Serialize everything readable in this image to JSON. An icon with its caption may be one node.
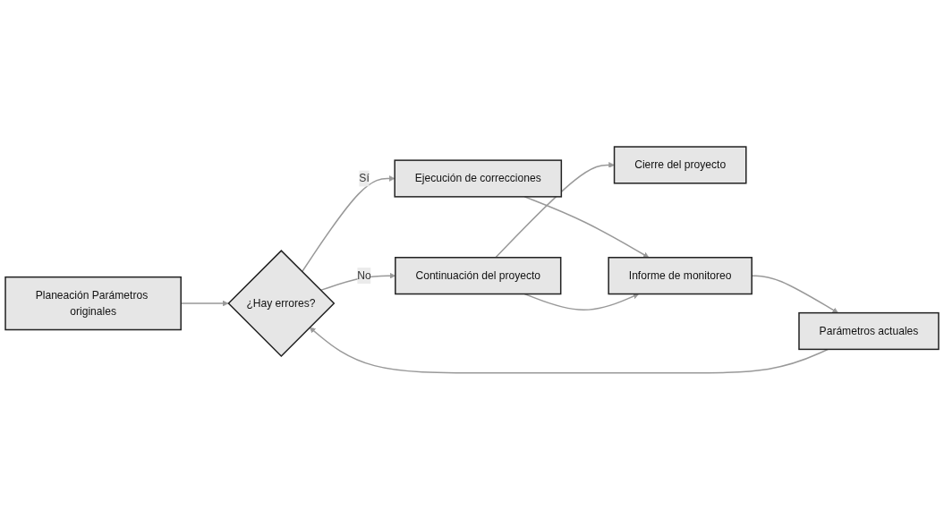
{
  "diagram": {
    "nodes": [
      {
        "text": [
          "Planeación Parámetros originales"
        ]
      },
      {
        "text": [
          "Parámetros actuales"
        ]
      },
      {
        "text": [
          "¿Hay errores?"
        ]
      },
      {
        "text": [
          "Ejecución de correcciones"
        ]
      },
      {
        "text": [
          "Continuación del proyecto"
        ]
      },
      {
        "text": [
          "Cierre del proyecto"
        ]
      },
      {
        "text": [
          "Informe de monitoreo"
        ]
      }
    ],
    "edges": [
      {
        "from": 0,
        "to": 2,
        "arrow": "to"
      },
      {
        "from": 1,
        "to": 2,
        "arrow": "to"
      },
      {
        "from": 2,
        "to": 3,
        "arrow": "to",
        "label": "Sí"
      },
      {
        "from": 2,
        "to": 4,
        "arrow": "to",
        "label": "No"
      },
      {
        "from": 4,
        "to": 5,
        "arrow": "to"
      },
      {
        "from": 3,
        "to": 6,
        "arrow": "to"
      },
      {
        "from": 4,
        "to": 6,
        "arrow": "to"
      },
      {
        "from": 6,
        "to": 1,
        "arrow": "to"
      }
    ]
  }
}
